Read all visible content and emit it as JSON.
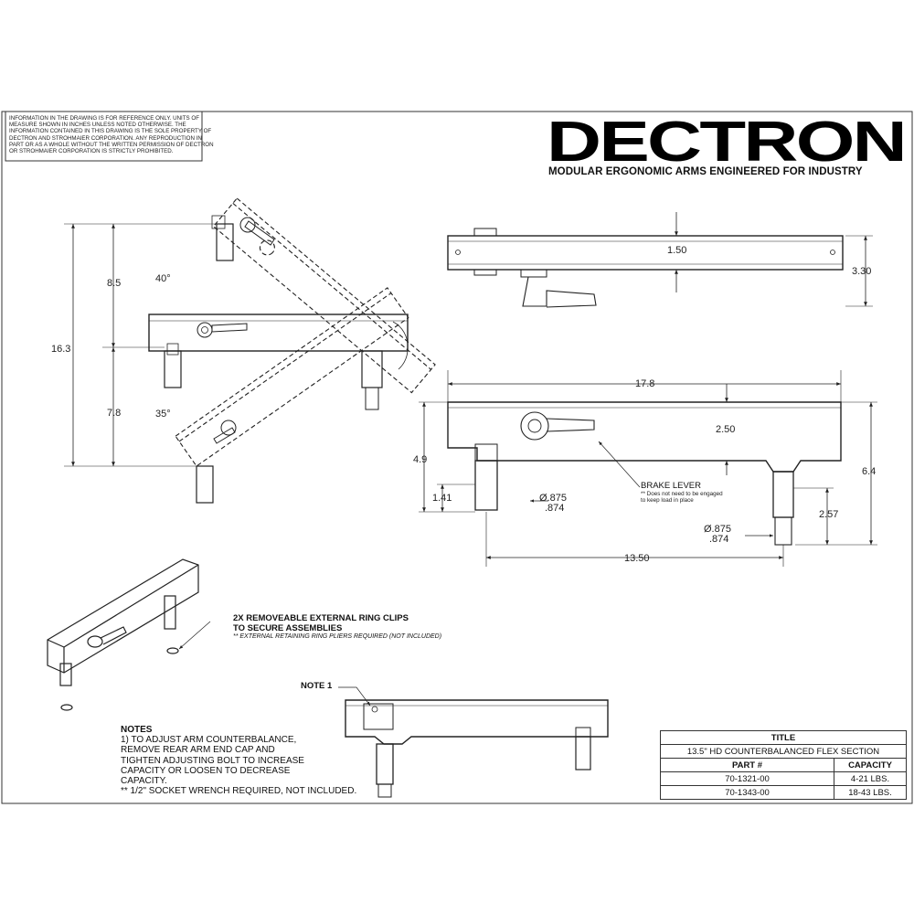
{
  "disclaimer": "INFORMATION IN THE DRAWING IS FOR REFERENCE ONLY. UNITS OF MEASURE SHOWN IN INCHES UNLESS NOTED OTHERWISE. THE INFORMATION CONTAINED IN THIS DRAWING IS THE SOLE PROPERTY OF DECTRON AND STROHMAIER CORPORATION. ANY REPRODUCTION IN PART OR AS A WHOLE WITHOUT THE WRITTEN PERMISSION OF DECTRON OR STROHMAIER CORPORATION IS STRICTLY PROHIBITED.",
  "brand": {
    "logo_text": "DECTRON",
    "tagline": "MODULAR ERGONOMIC ARMS ENGINEERED FOR INDUSTRY"
  },
  "range_view": {
    "dim_total": "16.3",
    "dim_upper": "8.5",
    "dim_lower": "7.8",
    "angle_up": "40°",
    "angle_down": "35°"
  },
  "top_view": {
    "dim_width": "1.50",
    "dim_height": "3.30"
  },
  "side_view": {
    "dim_length": "17.8",
    "dim_depth": "2.50",
    "dim_left_height": "4.9",
    "dim_post_left": "1.41",
    "dia_left_a": "Ø.875",
    "dia_left_b": ".874",
    "dim_right_height": "6.4",
    "dim_post_right": "2.57",
    "dia_right_a": "Ø.875",
    "dia_right_b": ".874",
    "dim_spacing": "13.50",
    "brake_label": "BRAKE LEVER",
    "brake_note_1": "** Does not need to be engaged",
    "brake_note_2": "to keep load in place"
  },
  "iso_view": {
    "callout_1": "2X REMOVEABLE EXTERNAL RING CLIPS",
    "callout_2": "TO SECURE ASSEMBLIES",
    "callout_note": "** EXTERNAL RETAINING RING PLIERS REQUIRED (NOT INCLUDED)"
  },
  "note_view": {
    "label": "NOTE 1"
  },
  "notes": {
    "heading": "NOTES",
    "lines": [
      "1) TO ADJUST ARM COUNTERBALANCE,",
      "REMOVE REAR ARM END CAP AND",
      "TIGHTEN ADJUSTING BOLT TO INCREASE",
      "CAPACITY OR LOOSEN TO DECREASE",
      "CAPACITY.",
      "** 1/2\" SOCKET WRENCH REQUIRED, NOT INCLUDED."
    ]
  },
  "title_block": {
    "title_label": "TITLE",
    "title_value": "13.5\" HD COUNTERBALANCED FLEX SECTION",
    "col_part": "PART #",
    "col_capacity": "CAPACITY",
    "rows": [
      {
        "part": "70-1321-00",
        "capacity": "4-21 LBS."
      },
      {
        "part": "70-1343-00",
        "capacity": "18-43 LBS."
      }
    ]
  }
}
